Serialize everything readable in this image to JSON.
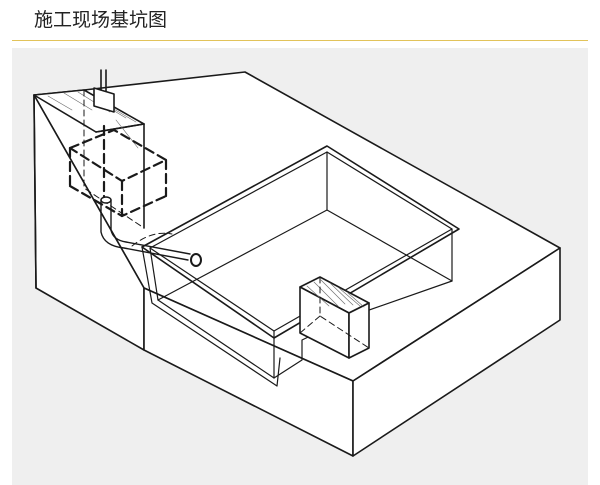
{
  "header": {
    "title": "施工现场基坑图",
    "rule_color": "#e2c35a"
  },
  "figure": {
    "background_color": "#efefef",
    "line_color": "#1a1a1a",
    "fill_color": "#ffffff",
    "parts": [
      "ground-block",
      "excavation-pit",
      "pit-wall-lining",
      "concrete-pier",
      "retaining-pillar",
      "dashed-formwork-frame",
      "vertical-pipe",
      "drain-pipe",
      "pipe-opening"
    ]
  }
}
